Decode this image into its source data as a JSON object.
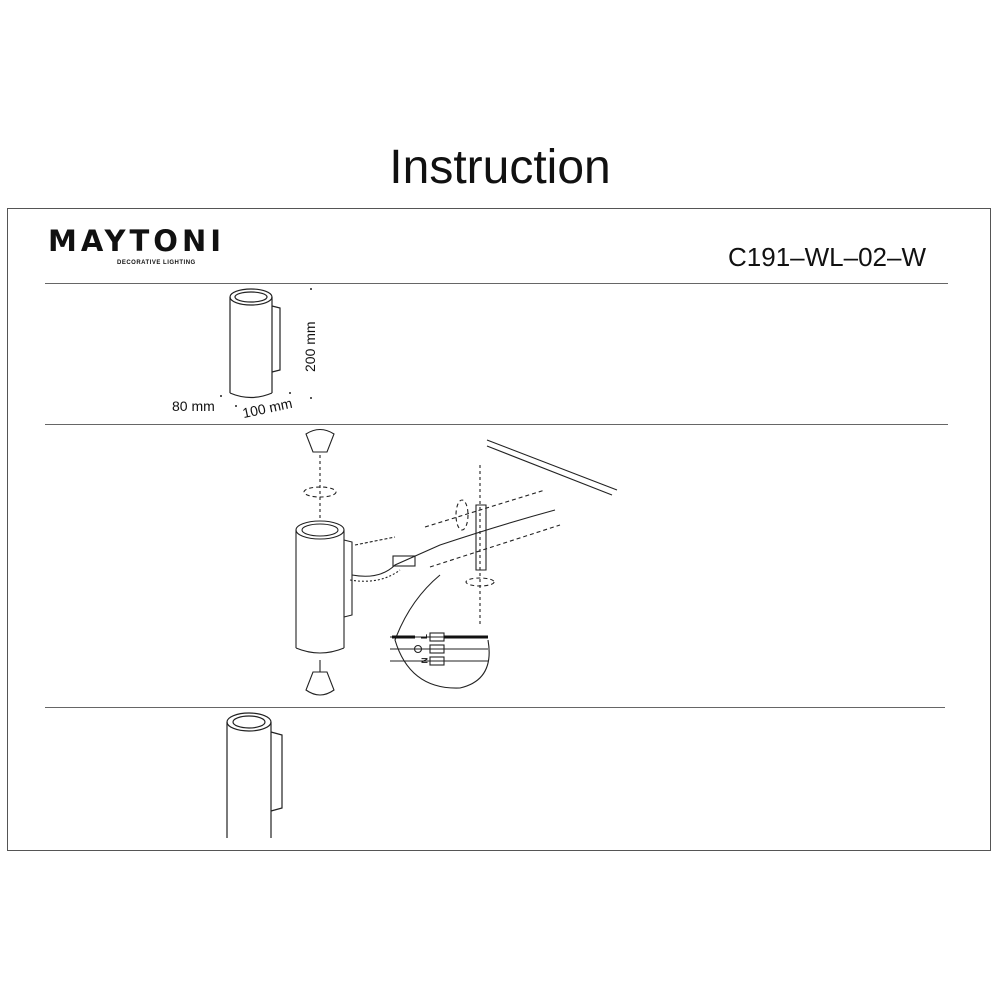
{
  "title": "Instruction",
  "brand": {
    "name": "MAYTONI",
    "tagline": "DECORATIVE LIGHTING"
  },
  "model": "C191–WL–02–W",
  "dimensions": {
    "height": "200 mm",
    "depth": "80 mm",
    "width": "100 mm"
  },
  "wiring": {
    "live": "L",
    "neutral": "N"
  }
}
